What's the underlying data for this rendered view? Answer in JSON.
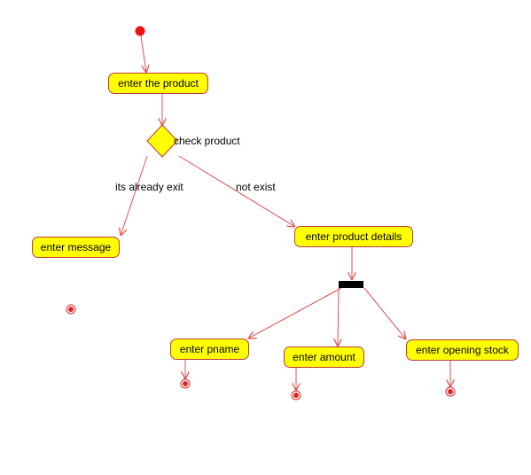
{
  "diagram": {
    "actions": {
      "enter_product": "enter the product",
      "enter_message": "enter message",
      "enter_product_details": "enter product details",
      "enter_pname": "enter pname",
      "enter_amount": "enter amount",
      "enter_opening_stock": "enter opening stock"
    },
    "decision_label": "check product",
    "guards": {
      "already_exists": "its already exit",
      "not_exist": "not exist"
    }
  },
  "colors": {
    "action_fill": "#ffff00",
    "action_border": "#c03a3a",
    "edge": "#e05050",
    "initial_node": "#ee1111",
    "final_node": "#dd2222",
    "fork_bar": "#000000"
  }
}
